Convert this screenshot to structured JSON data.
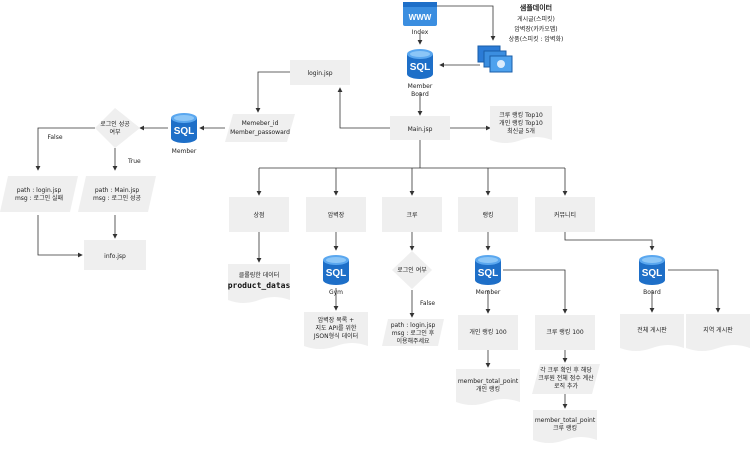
{
  "colors": {
    "db": "#1e6fc8",
    "db_top": "#5aa7ef",
    "www": "#3b8ee0",
    "box": "#efefef",
    "line": "#333333"
  },
  "icons": {
    "database": "sql-database-icon",
    "web": "www-icon",
    "monitors": "monitors-icon"
  },
  "index": {
    "www": "WWW",
    "label": "Index"
  },
  "sample": {
    "title": "샘플데이터",
    "l1": "게시글(스피킷)",
    "l2": "암벽장(카카오맵)",
    "l3": "상품(스피킷 : 암벽화)"
  },
  "db_label": "SQL",
  "member_board": {
    "l1": "Member",
    "l2": "Board"
  },
  "login_jsp": "login.jsp",
  "member_fields": {
    "l1": "Memeber_id",
    "l2": "Member_passoward"
  },
  "member_db": "Member",
  "login_check": {
    "l1": "로그인 성공",
    "l2": "여부"
  },
  "false_label": "False",
  "true_label": "True",
  "path_fail": {
    "l1": "path : login.jsp",
    "l2": "msg : 로그인 실패"
  },
  "path_ok": {
    "l1": "path : Main.jsp",
    "l2": "msg : 로그인 성공"
  },
  "info_jsp": "info.jsp",
  "main_jsp": "Main.jsp",
  "main_doc": {
    "l1": "크루 랭킹 Top10",
    "l2": "개인 랭킹 Top10",
    "l3": "최신글 5개"
  },
  "shop": {
    "title": "상점",
    "doc_l1": "클롤링한 데이터",
    "doc_l2": "product_datas"
  },
  "gym": {
    "title": "암벽장",
    "db": "Gym",
    "doc_l1": "암벽장 목록 +",
    "doc_l2": "지도 API를 위한",
    "doc_l3": "JSON형식 데이터"
  },
  "crew": {
    "title": "크루",
    "check": "로그인 여부",
    "false": "False",
    "path_l1": "path : login.jsp",
    "path_l2": "msg : 로그인 후",
    "path_l3": "이용해주세요"
  },
  "ranking": {
    "title": "랭킹",
    "db": "Member",
    "personal": "개인 랭킹 100",
    "crew": "크루 랭킹 100",
    "p_doc_l1": "member_total_point",
    "p_doc_l2": "개인 랭킹",
    "c_calc_l1": "각 크루 확인 후 해당",
    "c_calc_l2": "크루원 전체 점수 계산",
    "c_calc_l3": "로직 추가",
    "c_doc_l1": "member_total_point",
    "c_doc_l2": "크루 랭킹"
  },
  "community": {
    "title": "커뮤니티",
    "db": "Board",
    "all": "전체 게시판",
    "region": "지역 게시판"
  }
}
